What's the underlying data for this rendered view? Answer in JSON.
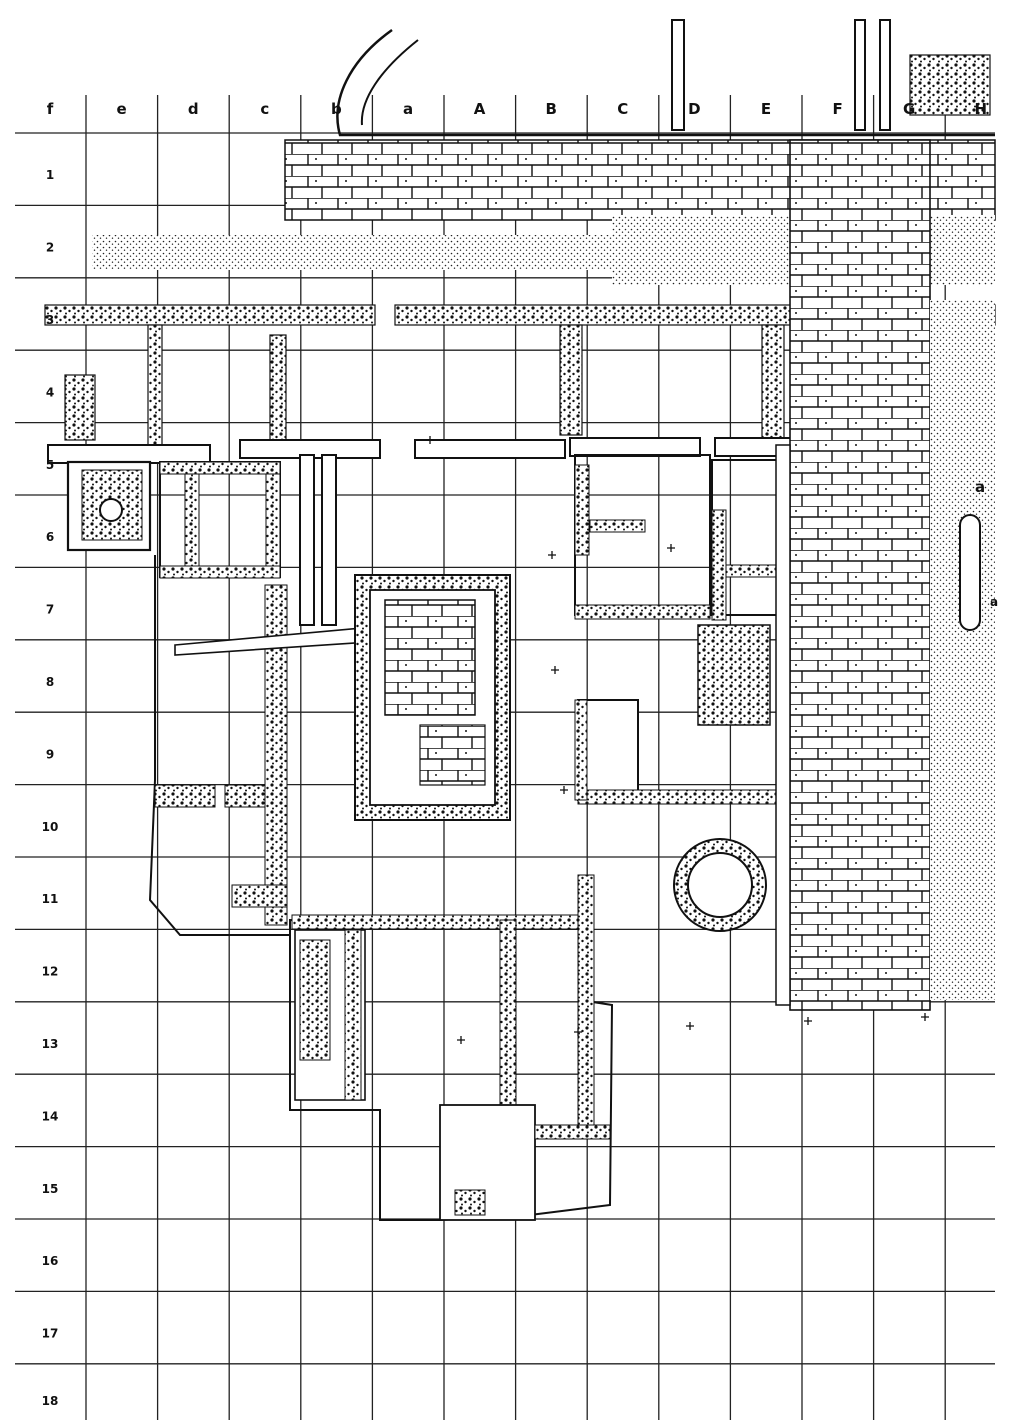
{
  "grid": {
    "column_labels": [
      "f",
      "e",
      "d",
      "c",
      "b",
      "a",
      "A",
      "B",
      "C",
      "D",
      "E",
      "F",
      "G",
      "H"
    ],
    "row_labels": [
      "1",
      "2",
      "3",
      "4",
      "5",
      "6",
      "7",
      "8",
      "9",
      "10",
      "11",
      "12",
      "13",
      "14",
      "15",
      "16",
      "17",
      "18"
    ]
  },
  "annotations": {
    "room_letter": "a",
    "edge_letter": "a"
  },
  "colors": {
    "ink": "#111111",
    "paper": "#ffffff",
    "grid": "#222222"
  }
}
